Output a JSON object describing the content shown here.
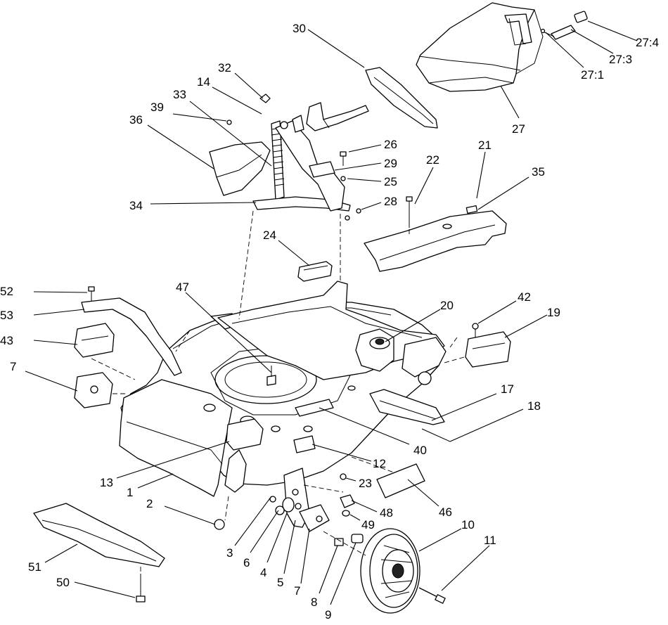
{
  "diagram": {
    "type": "exploded-parts-view",
    "callouts": [
      {
        "id": "c-1",
        "label": "1"
      },
      {
        "id": "c-2",
        "label": "2"
      },
      {
        "id": "c-3",
        "label": "3"
      },
      {
        "id": "c-4",
        "label": "4"
      },
      {
        "id": "c-5",
        "label": "5"
      },
      {
        "id": "c-6",
        "label": "6"
      },
      {
        "id": "c-7a",
        "label": "7"
      },
      {
        "id": "c-7b",
        "label": "7"
      },
      {
        "id": "c-8",
        "label": "8"
      },
      {
        "id": "c-9",
        "label": "9"
      },
      {
        "id": "c-10",
        "label": "10"
      },
      {
        "id": "c-11",
        "label": "11"
      },
      {
        "id": "c-12",
        "label": "12"
      },
      {
        "id": "c-13",
        "label": "13"
      },
      {
        "id": "c-14",
        "label": "14"
      },
      {
        "id": "c-17",
        "label": "17"
      },
      {
        "id": "c-18",
        "label": "18"
      },
      {
        "id": "c-19",
        "label": "19"
      },
      {
        "id": "c-20",
        "label": "20"
      },
      {
        "id": "c-21",
        "label": "21"
      },
      {
        "id": "c-22",
        "label": "22"
      },
      {
        "id": "c-23",
        "label": "23"
      },
      {
        "id": "c-24",
        "label": "24"
      },
      {
        "id": "c-25",
        "label": "25"
      },
      {
        "id": "c-26",
        "label": "26"
      },
      {
        "id": "c-27",
        "label": "27"
      },
      {
        "id": "c-27-1",
        "label": "27:1"
      },
      {
        "id": "c-27-3",
        "label": "27:3"
      },
      {
        "id": "c-27-4",
        "label": "27:4"
      },
      {
        "id": "c-28",
        "label": "28"
      },
      {
        "id": "c-29",
        "label": "29"
      },
      {
        "id": "c-30",
        "label": "30"
      },
      {
        "id": "c-32",
        "label": "32"
      },
      {
        "id": "c-33",
        "label": "33"
      },
      {
        "id": "c-34",
        "label": "34"
      },
      {
        "id": "c-35",
        "label": "35"
      },
      {
        "id": "c-36",
        "label": "36"
      },
      {
        "id": "c-39",
        "label": "39"
      },
      {
        "id": "c-40",
        "label": "40"
      },
      {
        "id": "c-42",
        "label": "42"
      },
      {
        "id": "c-43",
        "label": "43"
      },
      {
        "id": "c-46",
        "label": "46"
      },
      {
        "id": "c-47",
        "label": "47"
      },
      {
        "id": "c-48",
        "label": "48"
      },
      {
        "id": "c-49",
        "label": "49"
      },
      {
        "id": "c-50",
        "label": "50"
      },
      {
        "id": "c-51",
        "label": "51"
      },
      {
        "id": "c-52",
        "label": "52"
      },
      {
        "id": "c-53",
        "label": "53"
      }
    ]
  }
}
